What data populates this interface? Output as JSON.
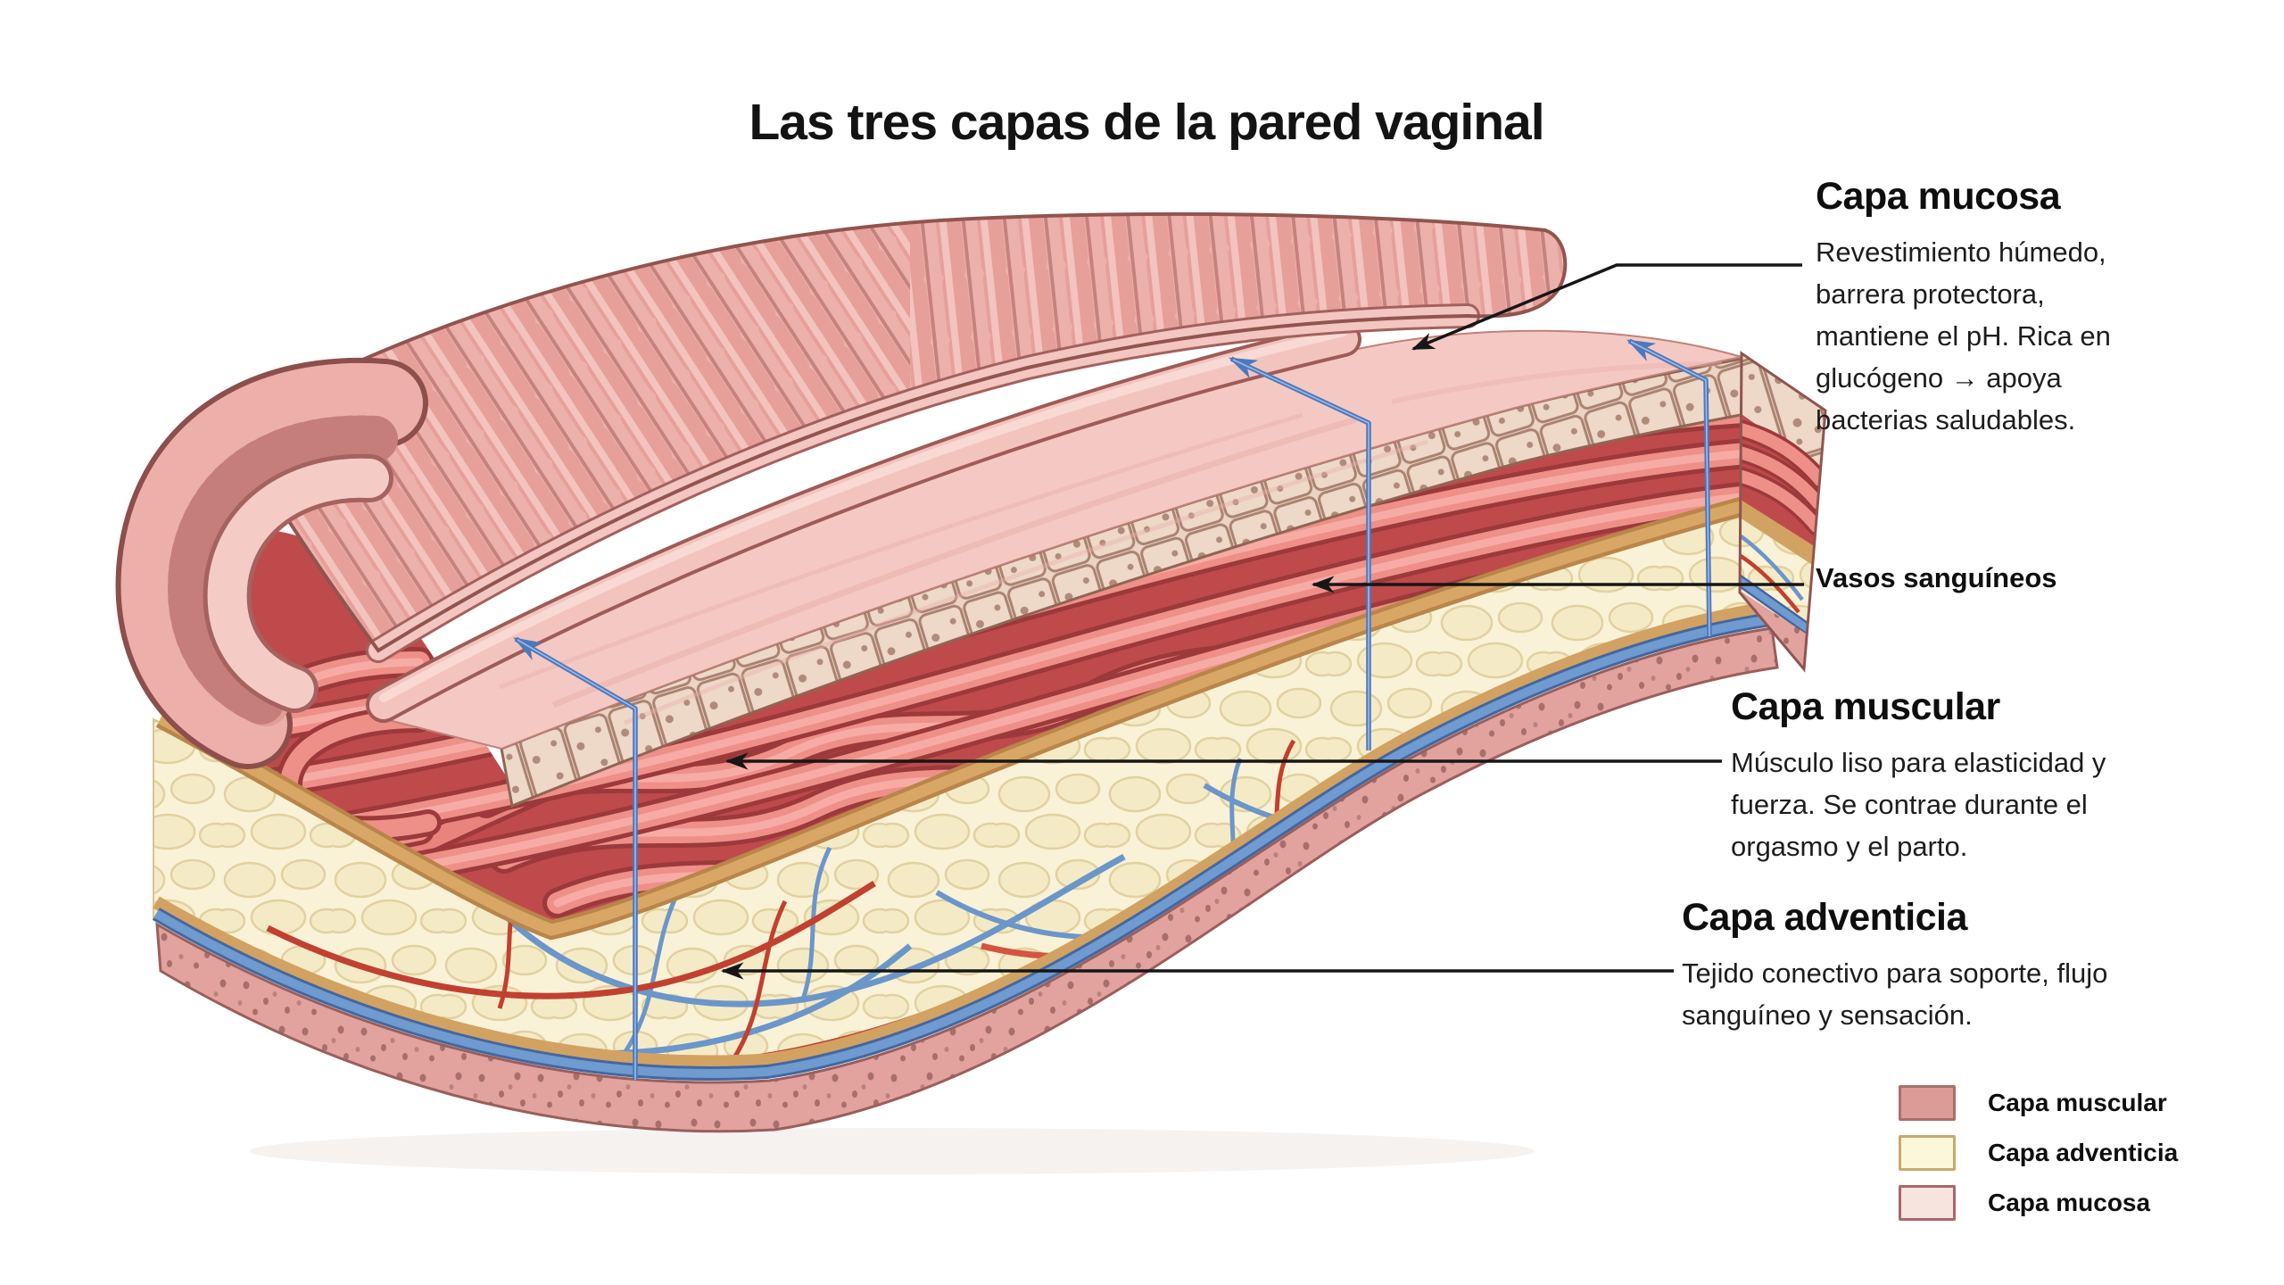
{
  "title": "Las tres capas de la pared vaginal",
  "labels": {
    "mucosa": {
      "heading": "Capa mucosa",
      "lines": [
        "Revestimiento húmedo,",
        "barrera protectora,",
        "mantiene el pH. Rica en",
        "glucógeno → apoya",
        "bacterias saludables."
      ]
    },
    "vasos": {
      "heading": "Vasos sanguíneos"
    },
    "muscular": {
      "heading": "Capa muscular",
      "lines": [
        "Músculo liso para elasticidad y",
        "fuerza. Se contrae durante el",
        "orgasmo y el parto."
      ]
    },
    "adventicia": {
      "heading": "Capa adventicia",
      "lines": [
        "Tejido conectivo para soporte, flujo",
        "sanguíneo y sensación."
      ]
    }
  },
  "legend": {
    "items": [
      {
        "label": "Capa muscular",
        "color": "#dd9b97",
        "border": "#a96f6b"
      },
      {
        "label": "Capa adventicia",
        "color": "#fbf7da",
        "border": "#c8a96d"
      },
      {
        "label": "Capa mucosa",
        "color": "#f7e4df",
        "border": "#aa666b"
      }
    ]
  },
  "colors": {
    "annotation_line": "#161616",
    "fold_arrow_blue": "#4d78bd",
    "muscle_red": "#bf4a4b",
    "muscle_rope": "#ee8f88",
    "adventitia_cream": "#f9f2d6",
    "mucosa_pink": "#f5c9c3",
    "rugae_pink": "#edb1ac",
    "tan_line": "#d2a263",
    "vein_blue": "#6f9bd0",
    "vessel_red": "#c2402f",
    "serosa_pink": "#e2a39f"
  },
  "icons": {
    "pointer_arrow": "black straight leader line with arrowhead",
    "fold_arrow": "blue elbow arrow rising from tissue layers"
  }
}
